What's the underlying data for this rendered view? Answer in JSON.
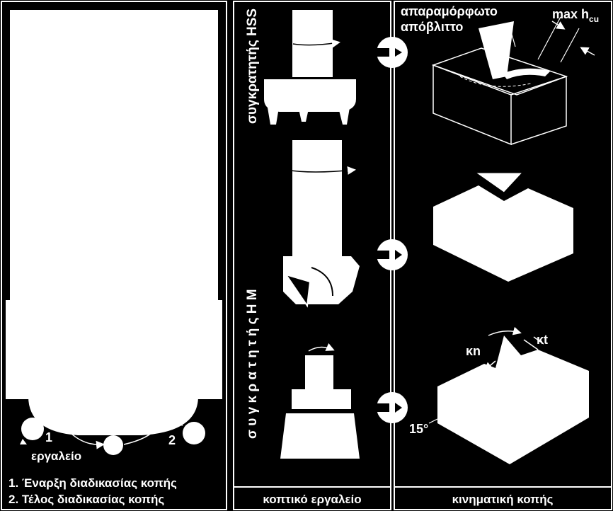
{
  "left_panel": {
    "marker_1": "1",
    "marker_2": "2",
    "tool_label": "εργαλείο",
    "legend_1": "1. Έναρξη διαδικασίας κοπής",
    "legend_2": "2. Τέλος διαδικασίας κοπής"
  },
  "middle_panel": {
    "vertical_label_hss": "συγκρατητής HSS",
    "vertical_label_hm": "σ υ γ κ ρ α τ η τ ή ς   H M",
    "bottom_label": "κοπτικό εργαλείο"
  },
  "right_panel": {
    "chip_label_line1": "απαραμόρφωτο",
    "chip_label_line2": "απόβλιττο",
    "max_label": "max h",
    "max_subscript": "cu",
    "kn_label": "κn",
    "kt_label": "κt",
    "angle_label": "15°",
    "bottom_label": "κινηματική κοπής"
  },
  "colors": {
    "background": "#000000",
    "foreground": "#ffffff"
  }
}
